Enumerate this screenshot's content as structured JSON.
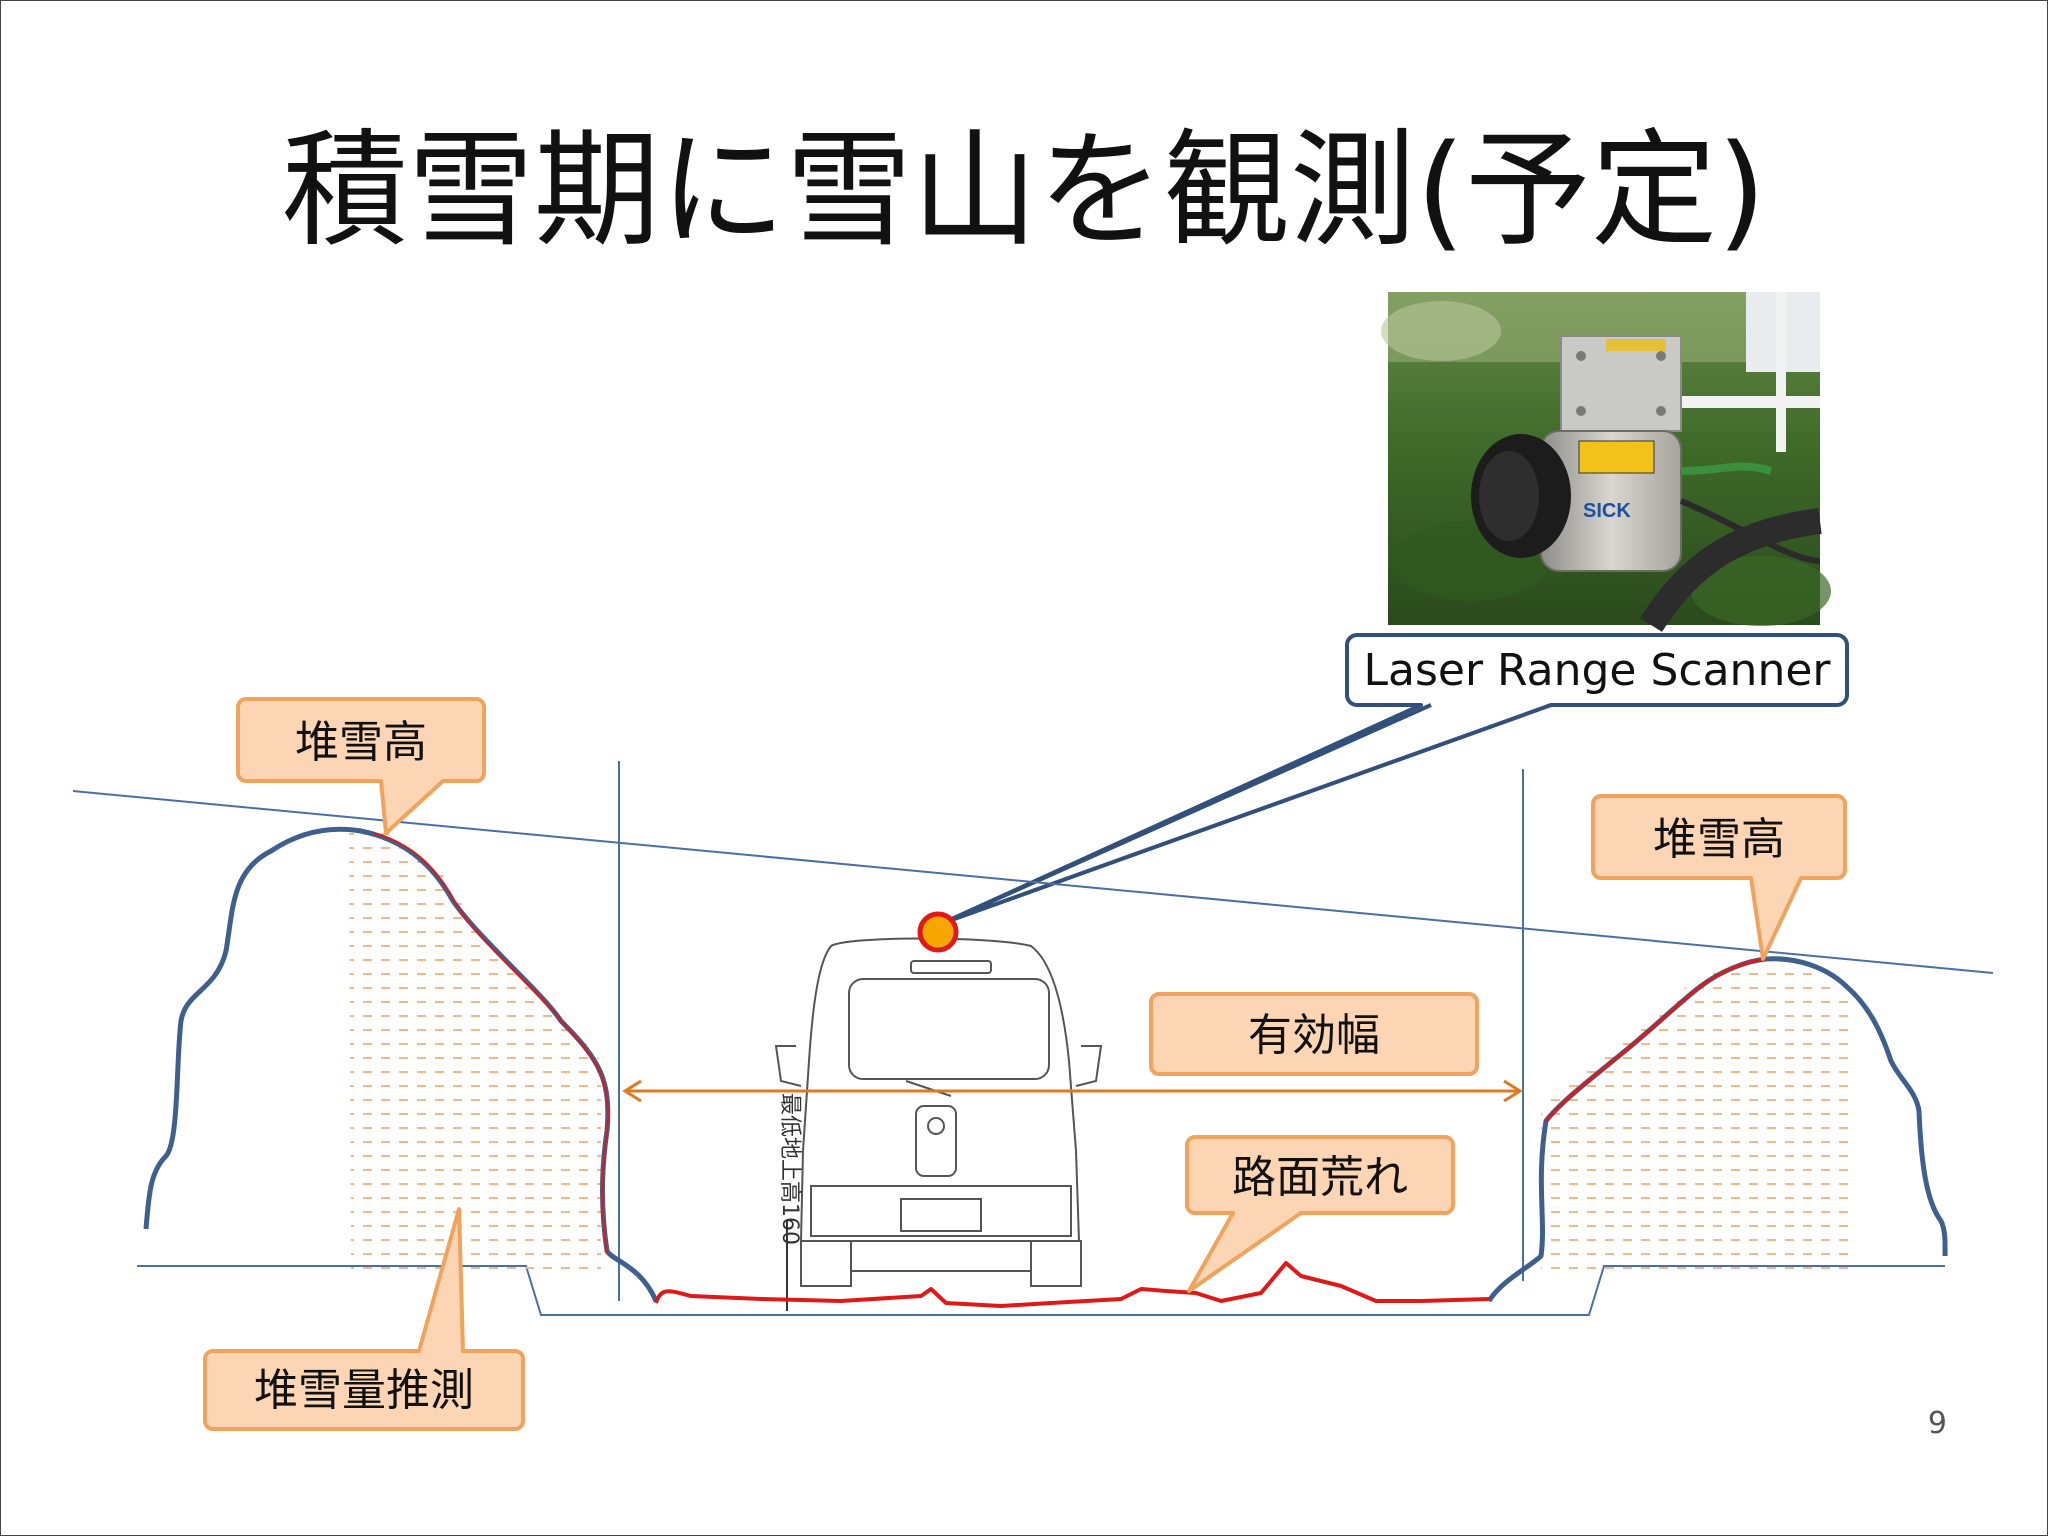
{
  "slide": {
    "title": "積雪期に雪山を観測(予定)",
    "page_number": "9"
  },
  "scanner": {
    "label": "Laser Range Scanner",
    "brand_text": "SICK"
  },
  "callouts": {
    "snow_height_left": "堆雪高",
    "snow_height_right": "堆雪高",
    "effective_width": "有効幅",
    "road_roughness": "路面荒れ",
    "snow_volume": "堆雪量推測"
  },
  "vehicle": {
    "dimension_label": "最低地上高160"
  },
  "colors": {
    "callout_fill": "#fcd5b4",
    "callout_stroke": "#f0a35c",
    "mound_outline": "#3f5f8f",
    "scan_line": "#e01818",
    "sight_line": "#4a6fa5",
    "width_arrow": "#e07a20",
    "sensor_dot": "#f7a800"
  }
}
